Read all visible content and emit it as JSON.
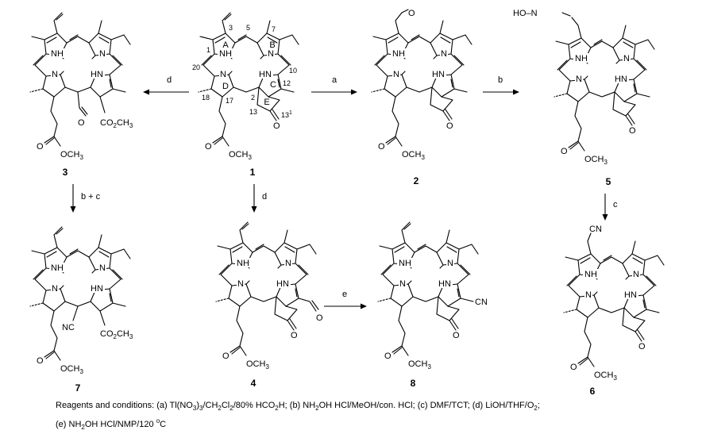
{
  "labels": {
    "ring_A": "A",
    "ring_B": "B",
    "ring_C": "C",
    "ring_D": "D",
    "ring_E": "E",
    "pos_3": "3",
    "pos_5": "5",
    "pos_7": "7",
    "pos_1": "1",
    "pos_20": "20",
    "pos_10": "10",
    "pos_12": "12",
    "pos_18": "18",
    "pos_17": "17",
    "pos_2": "2",
    "pos_13": "13",
    "pos_131": "13",
    "pos_131_sup": "1"
  },
  "atoms": {
    "NH": "NH",
    "N": "N",
    "HN": "HN",
    "O": "O",
    "OCH3": "OCH",
    "OCH3_sub": "3",
    "CO2CH3": "CO",
    "CO2CH3_sub1": "2",
    "CO2CH3_mid": "CH",
    "CO2CH3_sub2": "3",
    "CN": "CN",
    "NC": "NC",
    "HON": "HO–N"
  },
  "compounds": [
    {
      "id": "c1",
      "label": "1"
    },
    {
      "id": "c2",
      "label": "2"
    },
    {
      "id": "c3",
      "label": "3"
    },
    {
      "id": "c4",
      "label": "4"
    },
    {
      "id": "c5",
      "label": "5"
    },
    {
      "id": "c6",
      "label": "6"
    },
    {
      "id": "c7",
      "label": "7"
    },
    {
      "id": "c8",
      "label": "8"
    }
  ],
  "arrows": {
    "a": "a",
    "b": "b",
    "c": "c",
    "d_left": "d",
    "d_down": "d",
    "bc": "b + c",
    "e": "e"
  },
  "caption": {
    "prefix": "Reagents and conditions:",
    "a1": "(a) Tl(NO",
    "a1s": "3",
    "a2": ")",
    "a2s": "3",
    "a3": "/CH",
    "a3s": "2",
    "a4": "Cl",
    "a4s": "2",
    "a5": "/80% HCO",
    "a5s": "2",
    "a6": "H;",
    "b1": "(b) NH",
    "b1s": "2",
    "b2": "OH HCl/MeOH/con. HCl;",
    "c": "(c) DMF/TCT;",
    "d1": "(d) LiOH/THF/O",
    "d1s": "2",
    "d2": ";",
    "e1": "(e) NH",
    "e1s": "2",
    "e2": "OH HCl/NMP/120 ",
    "e2sup": "o",
    "e3": "C"
  }
}
